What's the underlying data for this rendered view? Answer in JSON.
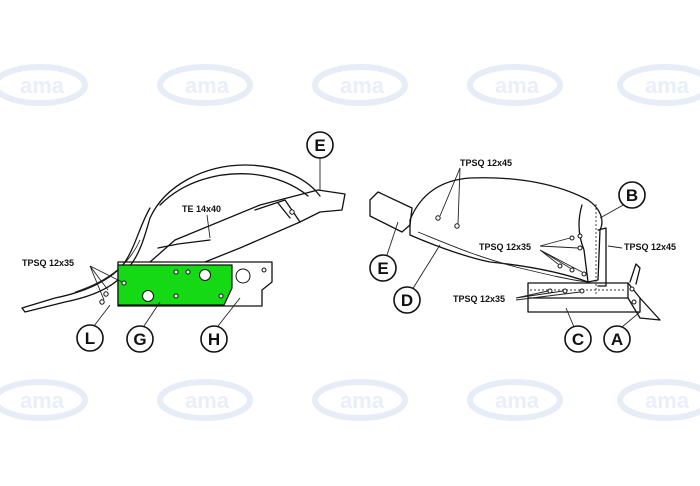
{
  "colors": {
    "accent_part": "#16d916",
    "line": "#111111",
    "watermark": "#e6edf7"
  },
  "watermark_text": "ama",
  "left_assembly": {
    "labels": {
      "te": "TE 14x40",
      "tpsq": "TPSQ 12x35"
    },
    "callouts": {
      "e": "E",
      "l": "L",
      "g": "G",
      "h": "H"
    }
  },
  "right_assembly": {
    "labels": {
      "tpsq_top": "TPSQ 12x45",
      "tpsq_mid": "TPSQ 12x35",
      "tpsq_right": "TPSQ 12x45",
      "tpsq_low": "TPSQ 12x35"
    },
    "callouts": {
      "b": "B",
      "e": "E",
      "d": "D",
      "c": "C",
      "a": "A"
    }
  }
}
